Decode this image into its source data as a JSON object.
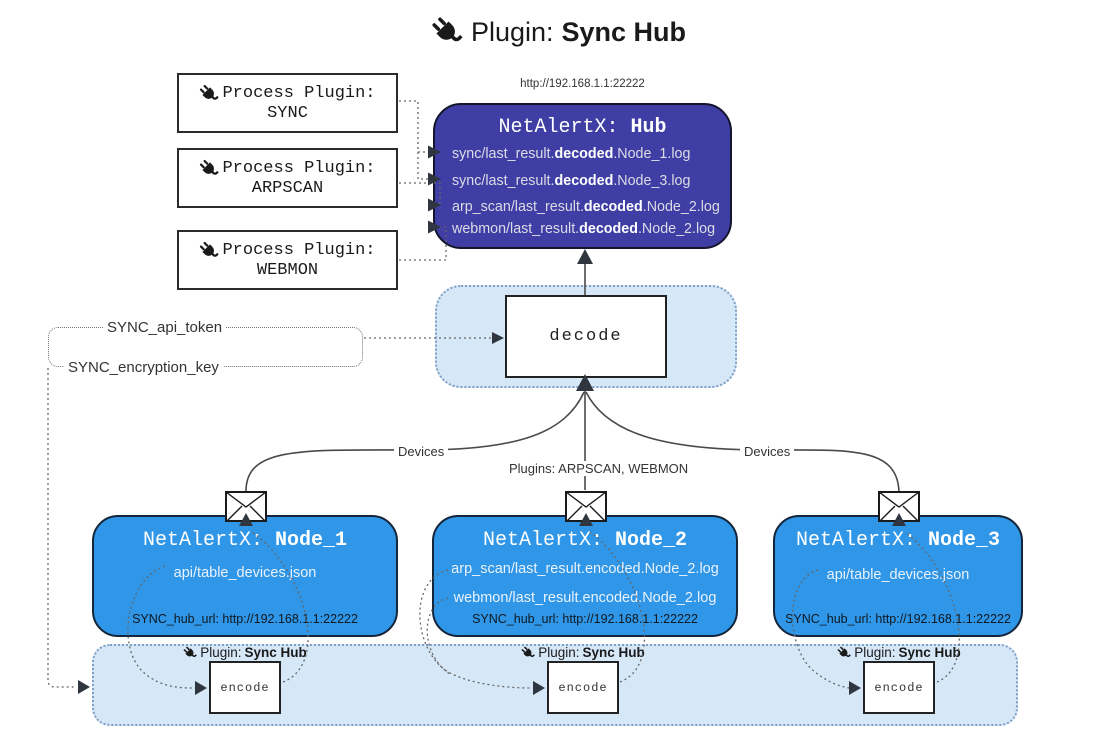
{
  "title": {
    "icon": "plug-icon",
    "prefix": "Plugin:",
    "name": "Sync Hub"
  },
  "hub": {
    "url": "http://192.168.1.1:22222",
    "title_prefix": "NetAlertX:",
    "title_name": "Hub",
    "logs": [
      {
        "pre": "sync/last_result.",
        "bold": "decoded",
        "post": ".Node_1.log"
      },
      {
        "pre": "sync/last_result.",
        "bold": "decoded",
        "post": ".Node_3.log"
      },
      {
        "pre": "arp_scan/last_result.",
        "bold": "decoded",
        "post": ".Node_2.log"
      },
      {
        "pre": "webmon/last_result.",
        "bold": "decoded",
        "post": ".Node_2.log"
      }
    ]
  },
  "process_plugins": [
    {
      "label": "Process Plugin:",
      "name": "SYNC"
    },
    {
      "label": "Process Plugin:",
      "name": "ARPSCAN"
    },
    {
      "label": "Process Plugin:",
      "name": "WEBMON"
    }
  ],
  "settings": {
    "api_token": "SYNC_api_token",
    "encryption_key": "SYNC_encryption_key"
  },
  "decode": {
    "label": "decode"
  },
  "edges": {
    "devices_left": "Devices",
    "plugins_center": "Plugins: ARPSCAN, WEBMON",
    "devices_right": "Devices"
  },
  "nodes": [
    {
      "title_prefix": "NetAlertX:",
      "title_name": "Node_1",
      "files": [
        "api/table_devices.json"
      ],
      "hub_url": "SYNC_hub_url: http://192.168.1.1:22222"
    },
    {
      "title_prefix": "NetAlertX:",
      "title_name": "Node_2",
      "files": [
        "arp_scan/last_result.encoded.Node_2.log",
        "webmon/last_result.encoded.Node_2.log"
      ],
      "hub_url": "SYNC_hub_url: http://192.168.1.1:22222"
    },
    {
      "title_prefix": "NetAlertX:",
      "title_name": "Node_3",
      "files": [
        "api/table_devices.json"
      ],
      "hub_url": "SYNC_hub_url: http://192.168.1.1:22222"
    }
  ],
  "encoders": [
    {
      "label_prefix": "Plugin:",
      "label_name": "Sync Hub",
      "box_label": "encode"
    },
    {
      "label_prefix": "Plugin:",
      "label_name": "Sync Hub",
      "box_label": "encode"
    },
    {
      "label_prefix": "Plugin:",
      "label_name": "Sync Hub",
      "box_label": "encode"
    }
  ],
  "colors": {
    "hub_bg": "#3E3EA5",
    "node_bg": "#2F96E8",
    "container_bg": "#D6E7F8",
    "container_border": "#7FA0C4",
    "line": "#4a4a4a",
    "arrow": "#2f3640"
  }
}
